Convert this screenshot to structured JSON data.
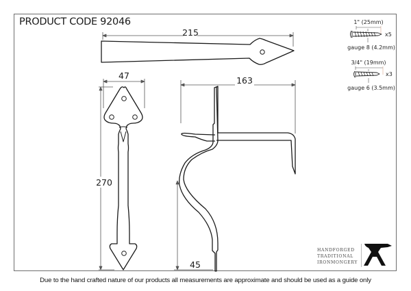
{
  "header": {
    "product_code": "PRODUCT CODE 92046"
  },
  "dimensions": {
    "strap_length": "215",
    "handle_width": "47",
    "handle_height": "270",
    "latch_depth": "163",
    "latch_lower": "45"
  },
  "fixings": [
    {
      "length": "1\" (25mm)",
      "gauge": "gauge 8 (4.2mm)",
      "quantity": "x5"
    },
    {
      "length": "3/4\" (19mm)",
      "gauge": "gauge 6 (3.5mm)",
      "quantity": "x3"
    }
  ],
  "brand": {
    "lines": [
      "HANDFORGED",
      "TRADITIONAL",
      "IRONMONGERY"
    ],
    "logo_icon": "anvil-A-icon"
  },
  "footer": {
    "disclaimer": "Due to the hand crafted nature of our products all measurements are approximate and should be used as a guide only"
  }
}
